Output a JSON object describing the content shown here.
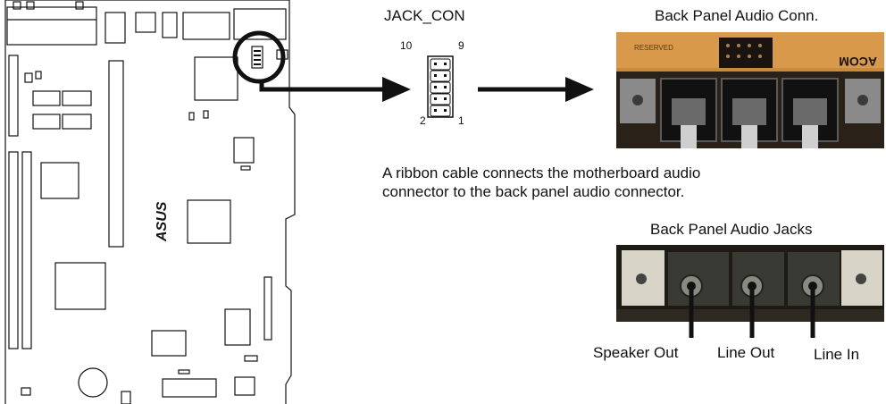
{
  "connector": {
    "name": "JACK_CON",
    "pins": {
      "top_left": "10",
      "top_right": "9",
      "bottom_left": "2",
      "bottom_right": "1"
    }
  },
  "back_panel_conn": {
    "title": "Back Panel Audio Conn."
  },
  "description": {
    "line1": "A ribbon cable connects the motherboard audio",
    "line2": "connector to the back panel audio connector."
  },
  "back_panel_jacks": {
    "title": "Back Panel Audio Jacks",
    "labels": [
      "Speaker Out",
      "Line Out",
      "Line In"
    ]
  },
  "board_logo": "ASUS",
  "connector_photo_text": [
    "ACOM",
    "RESERVED"
  ],
  "colors": {
    "line": "#111111",
    "photo_orange": "#c98a3c",
    "photo_dark": "#2a2218"
  }
}
